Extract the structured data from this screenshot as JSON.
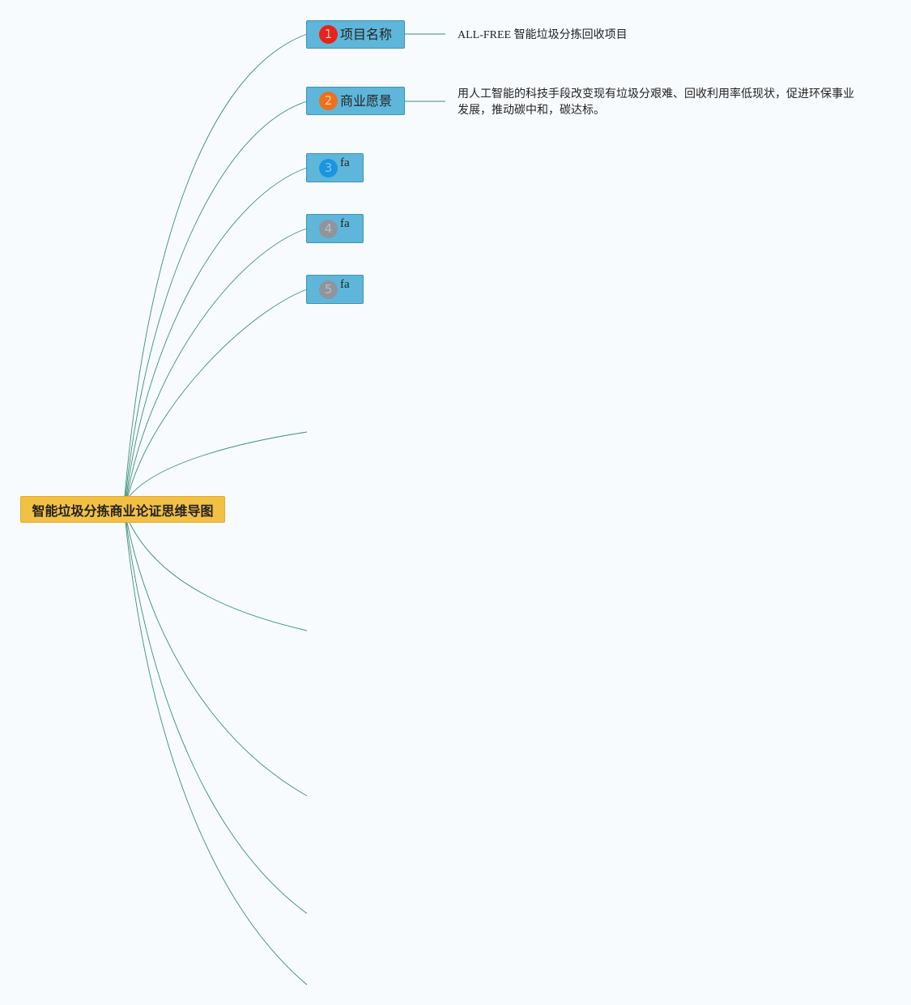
{
  "root": {
    "label": "智能垃圾分拣商业论证思维导图"
  },
  "colors": {
    "background": "#f8fbfe",
    "root_fill": "#f3c046",
    "branch_fill": "#5eb7da",
    "connector": "#3a8f74"
  },
  "branches": [
    {
      "number": "1",
      "label": "项目名称",
      "badge_color": "#e8231a",
      "note": "ALL-FREE 智能垃圾分拣回收项目"
    },
    {
      "number": "2",
      "label": "商业愿景",
      "badge_color": "#ee6f1c",
      "note": "用人工智能的科技手段改变现有垃圾分艰难、回收利用率低现状，促进环保事业发展，推动碳中和，碳达标。"
    },
    {
      "number": "3",
      "label": "fa",
      "badge_color": "#1a95e0"
    },
    {
      "number": "4",
      "label": "fa",
      "badge_color": "#8f959c"
    },
    {
      "number": "5",
      "label": "fa",
      "badge_color": "#8f959c"
    }
  ]
}
